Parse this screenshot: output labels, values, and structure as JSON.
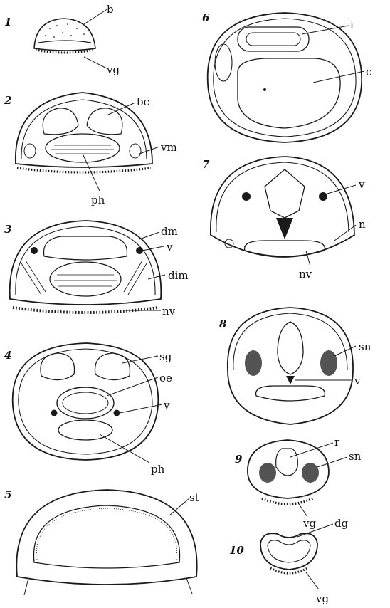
{
  "figures": [
    {
      "number": "1",
      "labels": [
        "b",
        "vg"
      ]
    },
    {
      "number": "2",
      "labels": [
        "bc",
        "vm",
        "ph"
      ]
    },
    {
      "number": "3",
      "labels": [
        "dm",
        "v",
        "dim",
        "nv"
      ]
    },
    {
      "number": "4",
      "labels": [
        "sg",
        "oe",
        "v",
        "ph"
      ]
    },
    {
      "number": "5",
      "labels": [
        "st"
      ]
    },
    {
      "number": "6",
      "labels": [
        "i",
        "c"
      ]
    },
    {
      "number": "7",
      "labels": [
        "v",
        "n",
        "nv"
      ]
    },
    {
      "number": "8",
      "labels": [
        "sn",
        "v"
      ]
    },
    {
      "number": "9",
      "labels": [
        "r",
        "sn",
        "vg"
      ]
    },
    {
      "number": "10",
      "labels": [
        "dg",
        "vg"
      ]
    }
  ],
  "colors": {
    "ink": "#1a1a1a",
    "paper": "#ffffff",
    "stipple": "#555555"
  }
}
